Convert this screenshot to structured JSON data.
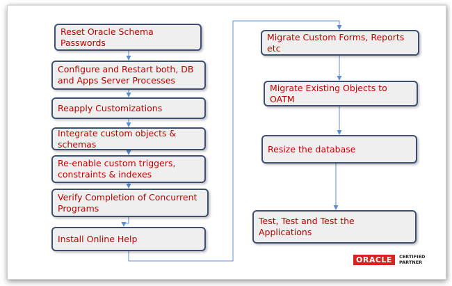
{
  "steps_left": [
    "Reset Oracle Schema Passwords",
    "Configure and Restart both, DB and Apps Server Processes",
    "Reapply Customizations",
    "Integrate custom objects & schemas",
    "Re-enable custom triggers, constraints & indexes",
    "Verify Completion of Concurrent Programs",
    "Install Online Help"
  ],
  "steps_right": [
    "Migrate Custom Forms, Reports etc",
    "Migrate Existing Objects to OATM",
    "Resize the database",
    "Test, Test and Test the Applications"
  ],
  "logo": {
    "brand": "ORACLE",
    "line1": "CERTIFIED",
    "line2": "PARTNER"
  },
  "colors": {
    "box_fill": "#efefef",
    "box_border": "#3d4f73",
    "text": "#c00000",
    "connector": "#5b8fd0",
    "brand_red": "#d8231f"
  }
}
